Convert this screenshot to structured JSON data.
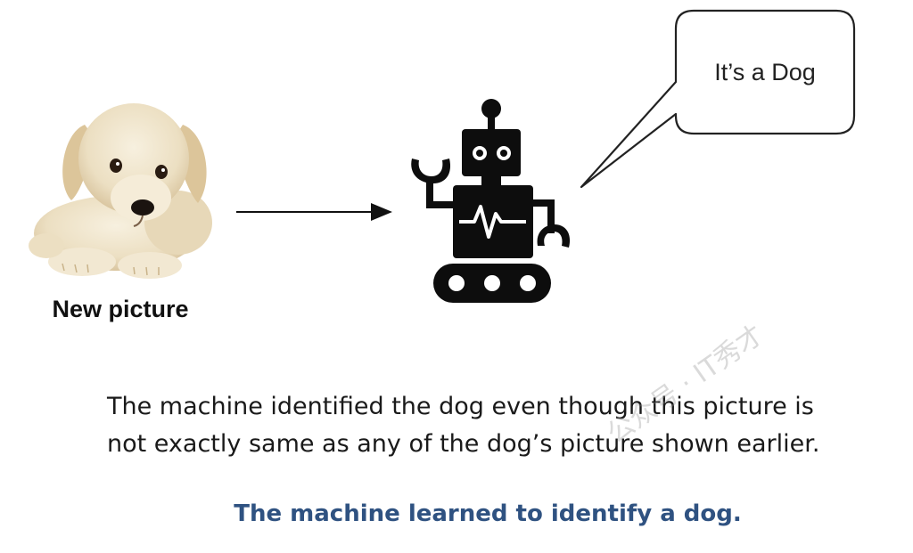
{
  "input": {
    "image_label": "New picture"
  },
  "machine_speech": "It’s a Dog",
  "explanation": {
    "line1": "The machine identified the dog even though this picture is",
    "line2": "not exactly same as any of the dog’s picture shown earlier."
  },
  "conclusion": "The machine learned to identify a dog.",
  "watermark": "公众号 · IT秀才",
  "colors": {
    "conclusion": "#2f5281",
    "robot": "#0d0d0d",
    "dog_fur": "#efe4cc"
  },
  "icons": {
    "dog": "puppy-image",
    "robot": "robot-icon",
    "arrow": "right-arrow-icon",
    "bubble": "speech-bubble"
  }
}
